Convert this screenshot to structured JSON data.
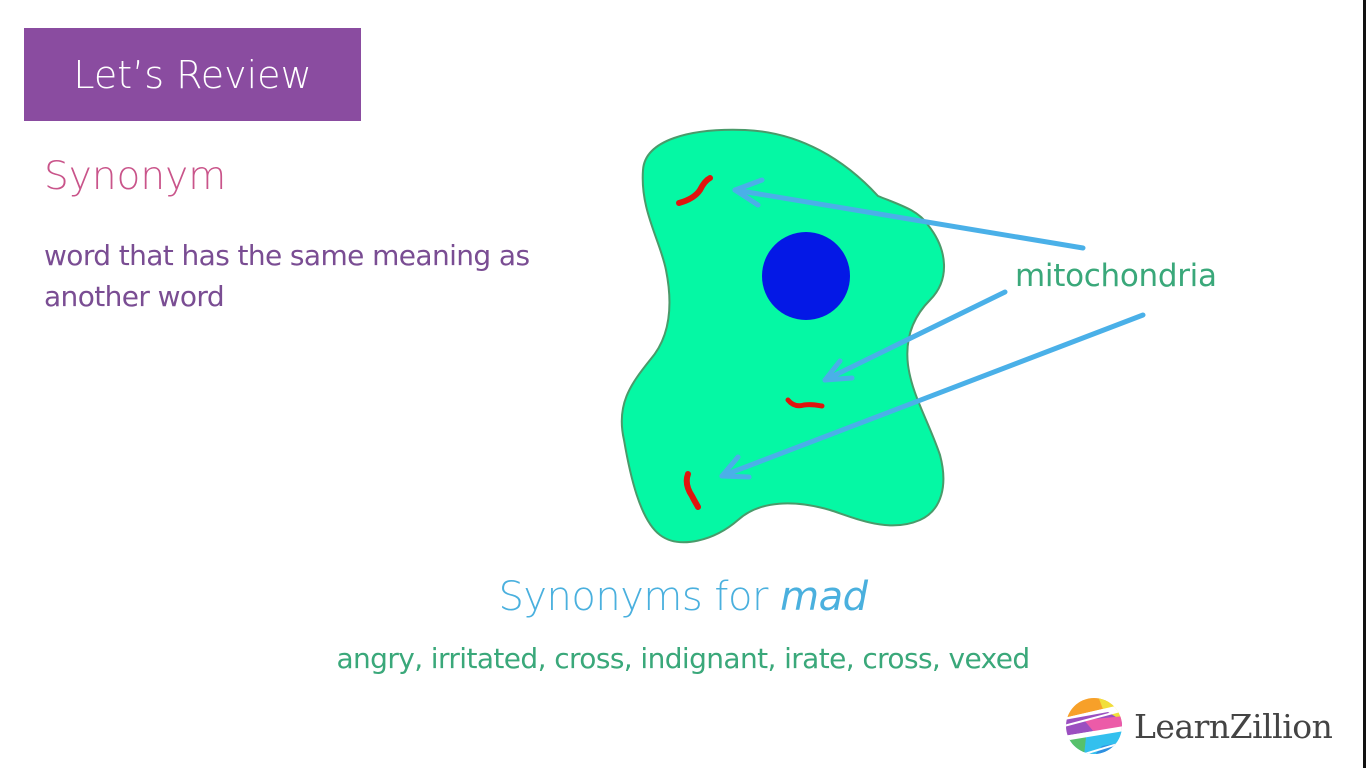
{
  "header": {
    "title": "Let’s Review",
    "title_bg": "#8a4ca0"
  },
  "vocabulary": {
    "term": "Synonym",
    "definition": "word that has the same meaning as another word",
    "term_color": "#c9548a",
    "definition_color": "#7a4d93"
  },
  "diagram": {
    "subject": "cell",
    "cell_fill": "#05f8a4",
    "cell_outline": "#4a9a6a",
    "nucleus_color": "#0418e6",
    "mitochondria_color": "#e0140e",
    "arrow_color": "#4ab0e8",
    "label": "mitochondria",
    "label_color": "#3aa87a",
    "arrow_count": 3
  },
  "synonyms": {
    "heading_prefix": "Synonyms for ",
    "heading_word": "mad",
    "heading_color": "#4ab0de",
    "list": "angry, irritated, cross, indignant, irate, cross, vexed",
    "list_color": "#3aa87a"
  },
  "brand": {
    "name": "LearnZillion"
  }
}
